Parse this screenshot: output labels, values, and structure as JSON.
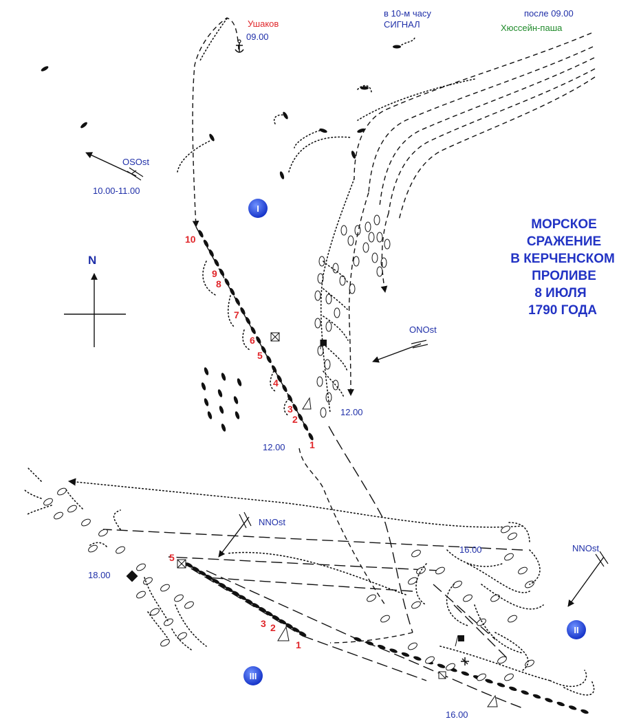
{
  "title_lines": [
    "МОРСКОЕ",
    "СРАЖЕНИЕ",
    "В КЕРЧЕНСКОМ",
    "ПРОЛИВЕ",
    "8 ИЮЛЯ",
    "1790 ГОДА"
  ],
  "ushakov": {
    "name": "Ушаков",
    "time": "09.00"
  },
  "signal": {
    "line1": "в 10-м часу",
    "line2": "СИГНАЛ"
  },
  "turk": {
    "time": "после 09.00",
    "name": "Хюссейн-паша"
  },
  "compass": {
    "north": "N"
  },
  "winds": {
    "w1": {
      "dir": "OSOst",
      "time": "10.00-11.00"
    },
    "w2": {
      "dir": "ONOst"
    },
    "w3": {
      "dir": "NNOst"
    },
    "w4": {
      "dir": "NNOst"
    }
  },
  "phases": {
    "p1": "I",
    "p2": "II",
    "p3": "III"
  },
  "times": {
    "t1200_russian": "12.00",
    "t1200_turk": "12.00",
    "t1600_top": "16.00",
    "t1600_bottom": "16.00",
    "t1800": "18.00"
  },
  "ship_numbers_phase1": [
    "1",
    "2",
    "3",
    "4",
    "5",
    "6",
    "7",
    "8",
    "9",
    "10"
  ],
  "ship_numbers_phase3": [
    "1",
    "2",
    "3",
    "5"
  ],
  "colors": {
    "russian_label": "#e0262a",
    "time_label": "#1f2fa8",
    "turk_label": "#1f8a2a",
    "title": "#2233c4",
    "phase_marker": "#1e47d6"
  }
}
